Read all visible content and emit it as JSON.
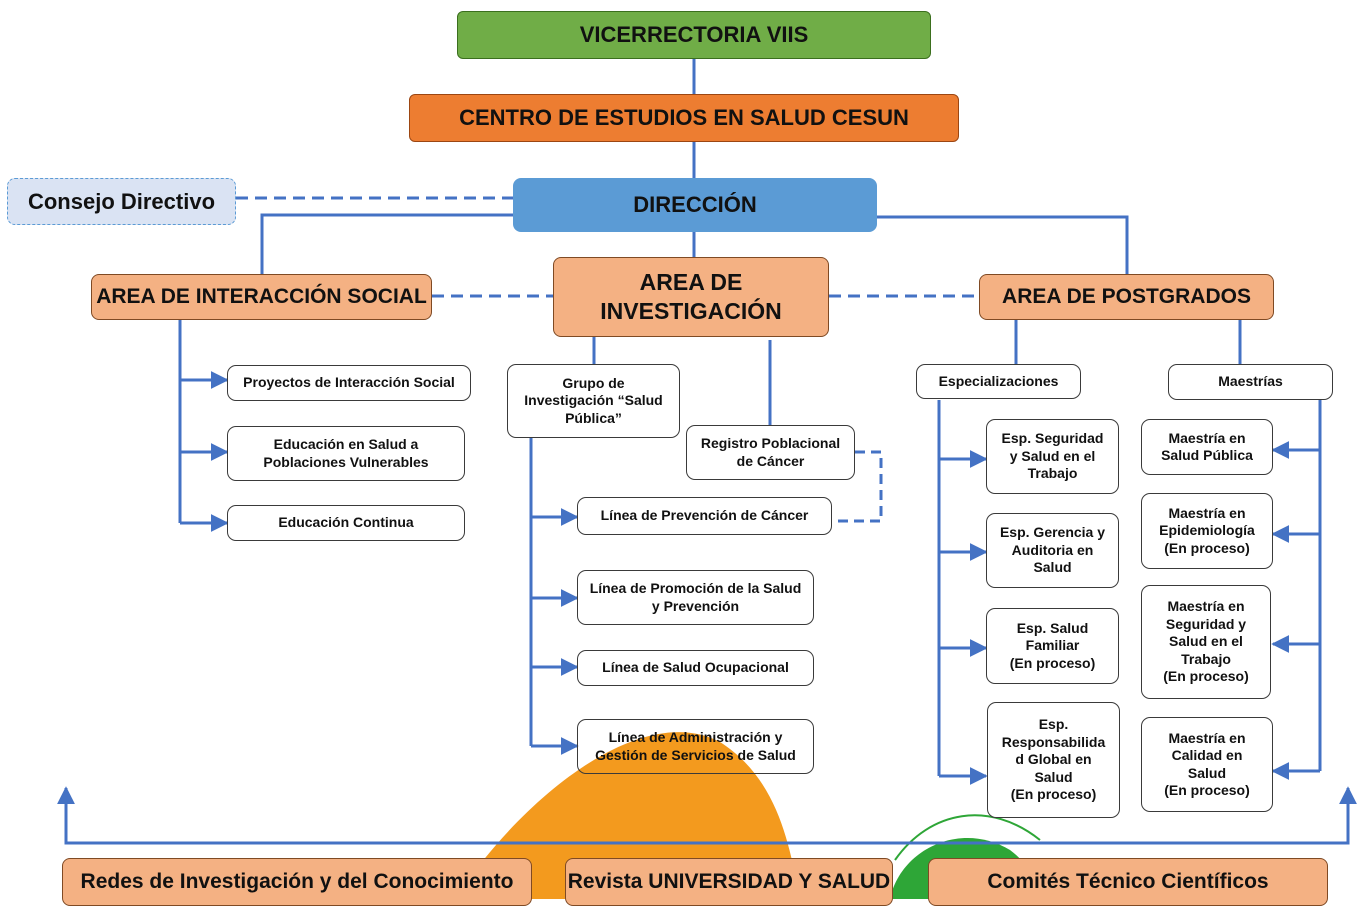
{
  "top": {
    "vicerrectoria": "VICERRECTORIA VIIS",
    "centro": "CENTRO DE ESTUDIOS EN SALUD CESUN",
    "direccion": "DIRECCIÓN",
    "consejo": "Consejo Directivo"
  },
  "areas": {
    "interaccion": "AREA DE INTERACCIÓN SOCIAL",
    "investigacion": "AREA DE\nINVESTIGACIÓN",
    "postgrados": "AREA DE POSTGRADOS"
  },
  "interaccion_items": [
    "Proyectos de Interacción Social",
    "Educación en Salud a\nPoblaciones Vulnerables",
    "Educación Continua"
  ],
  "investigacion": {
    "grupo": "Grupo de\nInvestigación “Salud\nPública”",
    "registro": "Registro Poblacional\nde Cáncer",
    "lineas": [
      "Línea de Prevención de Cáncer",
      "Línea de Promoción de la Salud\ny Prevención",
      "Línea de Salud Ocupacional",
      "Línea de Administración y\nGestión de Servicios de Salud"
    ]
  },
  "postgrados": {
    "especializaciones": "Especializaciones",
    "maestrias": "Maestrías",
    "esp_items": [
      "Esp. Seguridad\ny Salud en el\nTrabajo",
      "Esp. Gerencia y\nAuditoria en\nSalud",
      "Esp. Salud\nFamiliar\n(En proceso)",
      "Esp.\nResponsabilida\nd Global en\nSalud\n(En proceso)"
    ],
    "maestria_items": [
      "Maestría en\nSalud Pública",
      "Maestría en\nEpidemiología\n(En proceso)",
      "Maestría en\nSeguridad y\nSalud en el\nTrabajo\n(En proceso)",
      "Maestría en\nCalidad en\nSalud\n(En proceso)"
    ]
  },
  "bottom": [
    "Redes de Investigación y del Conocimiento",
    "Revista UNIVERSIDAD Y SALUD",
    "Comités Técnico Científicos"
  ],
  "colors": {
    "green": "#70ad47",
    "orange": "#ed7d31",
    "blue": "#5b9bd5",
    "peach": "#f4b183",
    "light_blue": "#dae3f3",
    "connector": "#4472c4"
  }
}
